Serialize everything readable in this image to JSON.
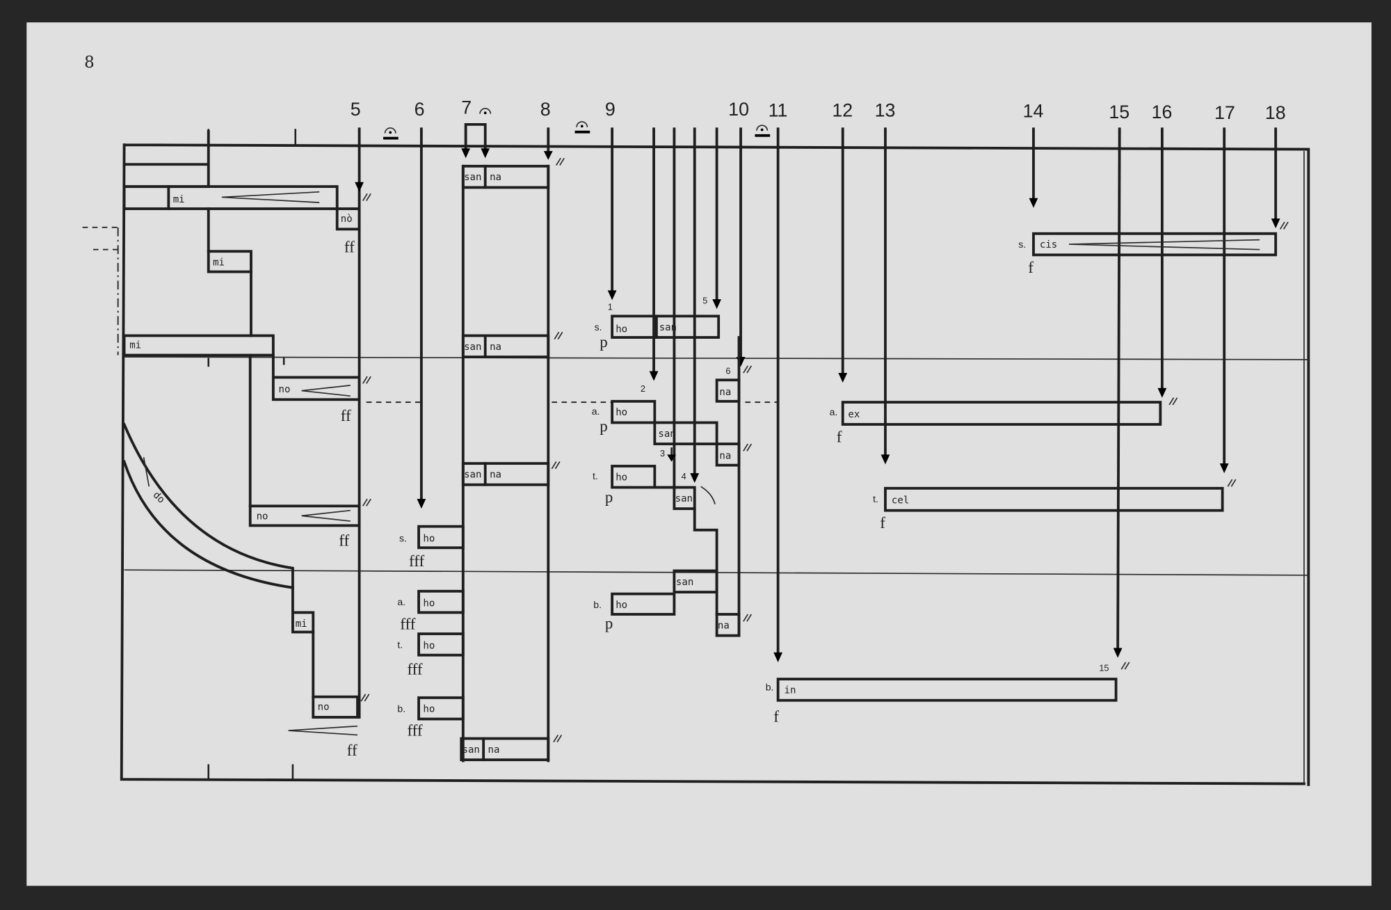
{
  "page_number": "8",
  "cue_numbers": [
    "5",
    "6",
    "7",
    "8",
    "9",
    "10",
    "11",
    "12",
    "13",
    "14",
    "15",
    "16",
    "17",
    "18"
  ],
  "syllables": [
    "mi",
    "nò",
    "mi",
    "mi",
    "no",
    "no",
    "do",
    "mi",
    "no",
    "san",
    "na",
    "san",
    "na",
    "san",
    "na",
    "san",
    "na",
    "ho",
    "ho",
    "ho",
    "ho",
    "ho",
    "san",
    "ho",
    "san",
    "ho",
    "san",
    "na",
    "na",
    "san",
    "ho",
    "na",
    "ex",
    "cel",
    "cis",
    "in"
  ],
  "voices": [
    "s.",
    "s.",
    "a.",
    "t.",
    "b.",
    "s.",
    "a.",
    "t.",
    "b.",
    "a.",
    "t.",
    "b."
  ],
  "dynamics": [
    "ff",
    "ff",
    "ff",
    "ff",
    "fff",
    "fff",
    "fff",
    "fff",
    "p",
    "p",
    "p",
    "p",
    "f",
    "f",
    "f",
    "f"
  ],
  "entry_numbers": [
    "1",
    "5",
    "2",
    "6",
    "3",
    "4",
    "15"
  ],
  "colors": {
    "paper": "#dfe0df",
    "ink": "#1e1e1e",
    "background": "#262626"
  }
}
